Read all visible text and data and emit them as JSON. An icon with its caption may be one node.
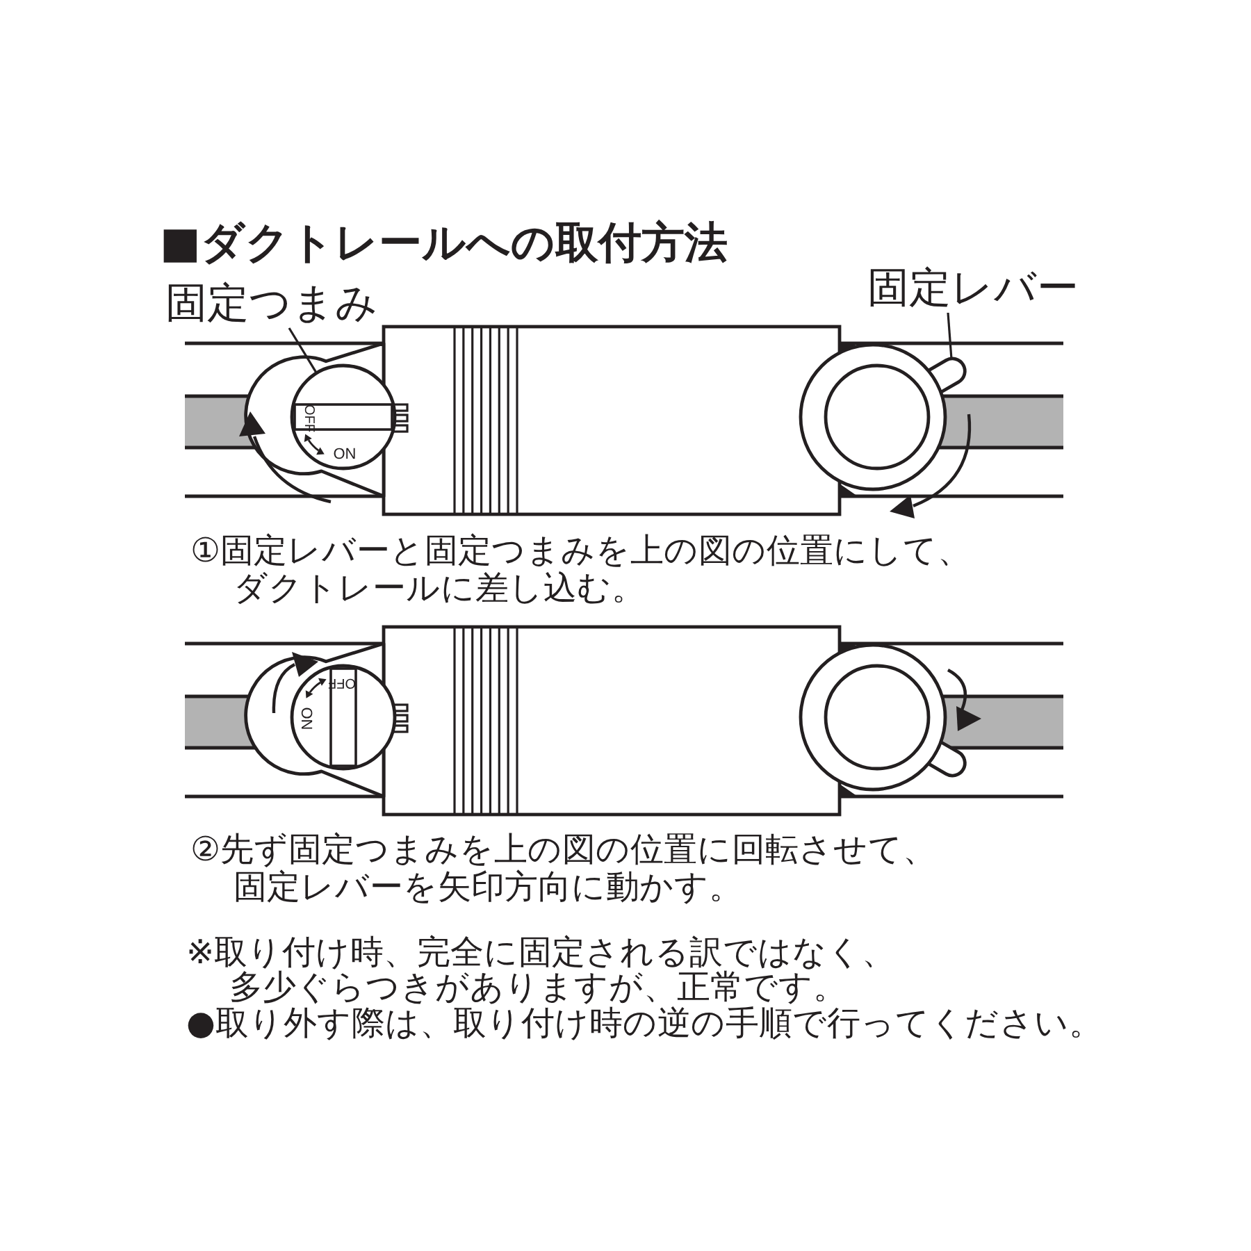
{
  "diagram": {
    "title": "■ダクトレールへの取付方法",
    "nodes": [
      {
        "text": [
          "固定つまみ"
        ]
      },
      {
        "text": [],
        "shape": "circle"
      },
      {
        "text": [
          "固定レバー"
        ]
      },
      {
        "text": [],
        "shape": "bar"
      }
    ],
    "edges": [
      {
        "from": 0,
        "to": 1,
        "arrow": "none"
      },
      {
        "from": 2,
        "to": 3,
        "arrow": "none"
      }
    ],
    "labels": [
      "OFF",
      "ON",
      "①固定レバーと固定つまみを上の図の位置にして、ダクトレールに差し込む。",
      "OFF",
      "ON",
      "②先ず固定つまみを上の図の位置に回転させて、固定レバーを矢印方向に動かす。",
      "※取り付け時、完全に固定される訳ではなく、多少ぐらつきがありますが、正常です。",
      "●取り外す際は、取り付け時の逆の手順で行ってください。"
    ]
  }
}
